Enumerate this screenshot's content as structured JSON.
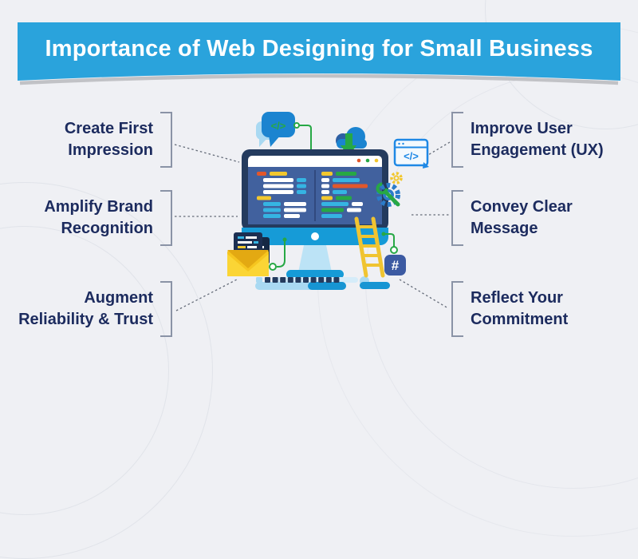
{
  "title": "Importance of Web Designing for Small Business",
  "labels": {
    "left": [
      {
        "line1": "Create First",
        "line2": "Impression"
      },
      {
        "line1": "Amplify Brand",
        "line2": "Recognition"
      },
      {
        "line1": "Augment",
        "line2": "Reliability & Trust"
      }
    ],
    "right": [
      {
        "line1": "Improve User",
        "line2": "Engagement (UX)"
      },
      {
        "line1": "Convey Clear",
        "line2": "Message"
      },
      {
        "line1": "Reflect Your",
        "line2": "Commitment"
      }
    ]
  },
  "icons": {
    "code_bubble_glyph": "</>",
    "browser_window_glyph": "</>",
    "hashtag_glyph": "#"
  },
  "colors": {
    "bg": "#EFF0F4",
    "banner_blue": "#2AA3DC",
    "label_navy": "#1C2B5E",
    "bracket_gray": "#8A93A6",
    "dotted_gray": "#646B78",
    "monitor_frame": "#243B5E",
    "screen_blue": "#41619E",
    "bright_blue": "#169BD7",
    "light_blue": "#A9D9F2",
    "bubble_blue": "#1B84D0",
    "icon_blue": "#1E88E5",
    "hashtag_blue": "#3C5AA2",
    "gear_blue": "#2B7CC9",
    "envelope_yellow": "#F6C51F",
    "doc_navy": "#1C2F52",
    "green": "#27A845",
    "yellow": "#F2C72E",
    "orange": "#E2572B",
    "cyan": "#35B4E3"
  }
}
